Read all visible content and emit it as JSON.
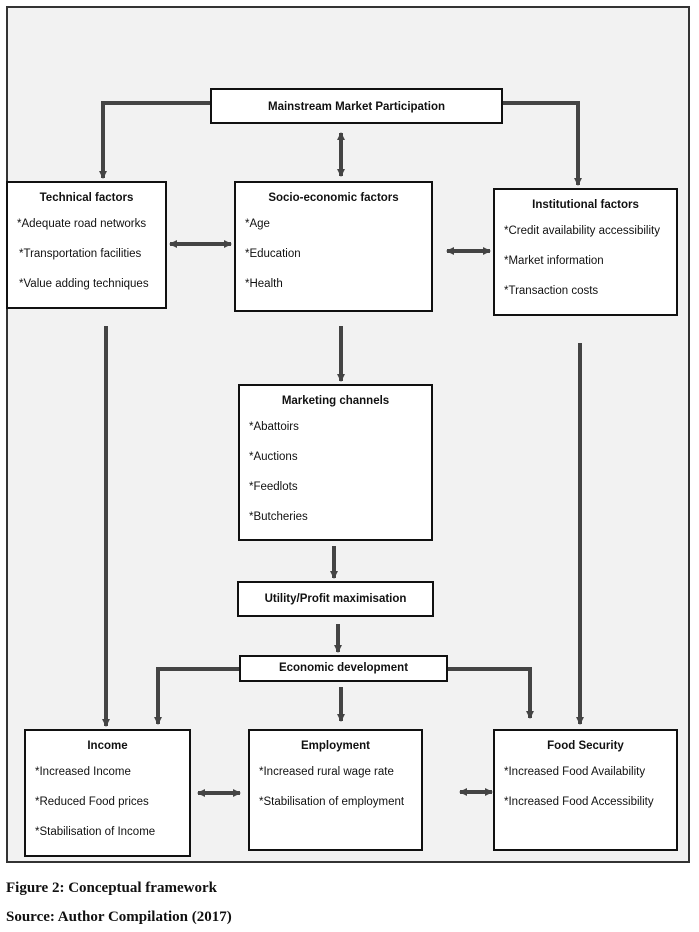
{
  "mainstream": {
    "title": "Mainstream Market Participation"
  },
  "technical": {
    "title": "Technical factors",
    "items": [
      "*Adequate road networks",
      "*Transportation facilities",
      "*Value adding techniques"
    ]
  },
  "socio": {
    "title": "Socio-economic factors",
    "items": [
      "*Age",
      "*Education",
      "*Health"
    ]
  },
  "institutional": {
    "title": "Institutional factors",
    "items": [
      "*Credit availability accessibility",
      "*Market information",
      "*Transaction costs"
    ]
  },
  "marketing": {
    "title": "Marketing channels",
    "items": [
      "*Abattoirs",
      "*Auctions",
      "*Feedlots",
      "*Butcheries"
    ]
  },
  "utility": {
    "title": "Utility/Profit maximisation"
  },
  "economic": {
    "title": "Economic development"
  },
  "income": {
    "title": "Income",
    "items": [
      "*Increased Income",
      "*Reduced Food prices",
      "*Stabilisation of Income"
    ]
  },
  "employment": {
    "title": "Employment",
    "items": [
      "*Increased rural wage rate",
      "*Stabilisation of employment"
    ]
  },
  "food": {
    "title": "Food Security",
    "items": [
      "*Increased Food Availability",
      "*Increased Food Accessibility"
    ]
  },
  "caption": {
    "figure": "Figure 2: Conceptual framework",
    "source": "Source: Author Compilation (2017)"
  }
}
